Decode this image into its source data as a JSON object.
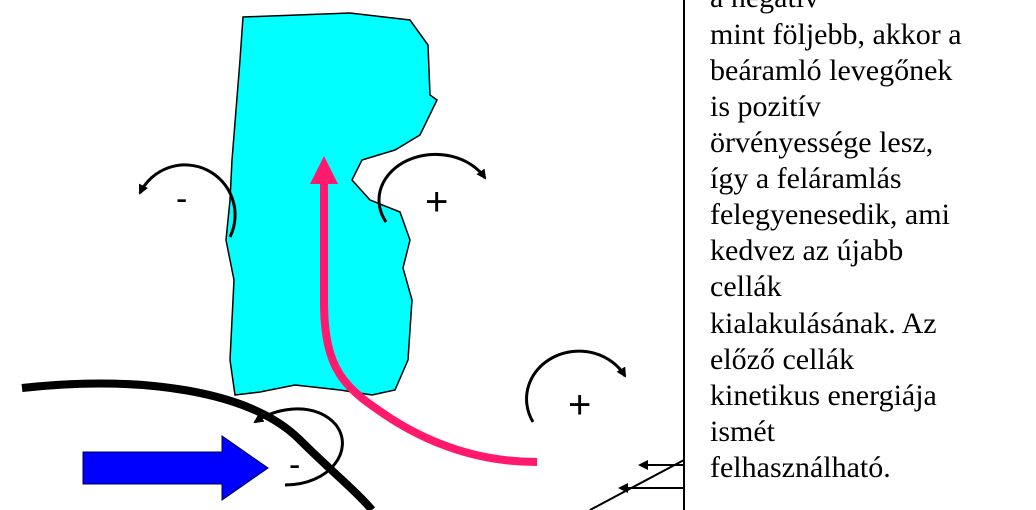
{
  "diagram": {
    "signs": {
      "minus_left": "-",
      "plus_upper": "+",
      "plus_lower": "+",
      "minus_lower": "-"
    },
    "colors": {
      "cloud": "#00ffff",
      "updraft": "#ff1a6e",
      "inflow_arrow": "#0000ff",
      "outline": "#000000"
    }
  },
  "text_lines": [
    "a negatív",
    "mint följebb, akkor a",
    "beáramló levegőnek",
    "is pozitív",
    "örvényessége lesz,",
    "így a feláramlás",
    "felegyenesedik, ami",
    "kedvez az újabb",
    "cellák",
    "kialakulásának. Az",
    "előző cellák",
    "kinetikus energiája",
    "ismét",
    "felhasználható."
  ]
}
